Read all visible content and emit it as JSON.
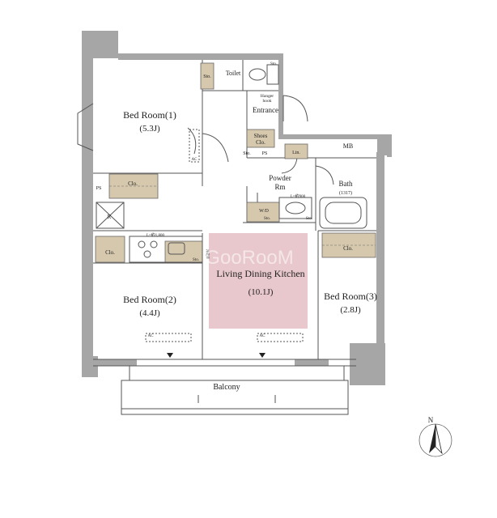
{
  "rooms": {
    "bedroom1": {
      "name": "Bed Room(1)",
      "size": "(5.3J)"
    },
    "bedroom2": {
      "name": "Bed Room(2)",
      "size": "(4.4J)"
    },
    "bedroom3": {
      "name": "Bed Room(3)",
      "size": "(2.8J)"
    },
    "ldk": {
      "name": "Living Dining Kitchen",
      "size": "(10.1J)"
    },
    "toilet": "Toilet",
    "entrance": "Entrance",
    "hanger": [
      "Hanger",
      "hook"
    ],
    "shoes": [
      "Shoes",
      "Clo."
    ],
    "powder": [
      "Powder",
      "Rm"
    ],
    "bath": {
      "name": "Bath",
      "size": "(1317)"
    },
    "balcony": "Balcony",
    "mb": "MB",
    "wd": "W/D",
    "lin": "Lin."
  },
  "labels": {
    "sto": "Sto.",
    "ps": "PS",
    "clo": "Clo.",
    "ac": "AC",
    "r": "R",
    "kitchen_length": "L=約1,800",
    "powder_length": "L=約900",
    "fridge": "冷蔵庫"
  },
  "compass": {
    "north": "N"
  },
  "watermark": "GooRooM",
  "colors": {
    "ldk_highlight": "#e8c8cc",
    "wall": "#a6a6a6",
    "closet": "#d6c8ad"
  }
}
